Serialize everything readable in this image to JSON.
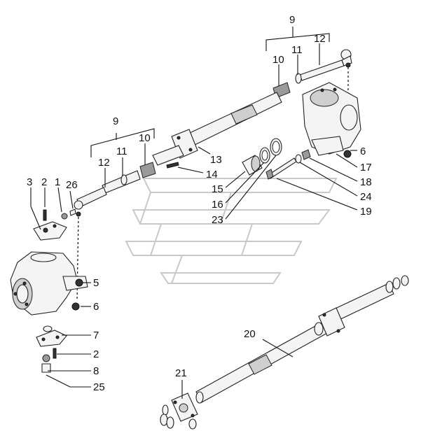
{
  "callouts": {
    "c9_top": "9",
    "c10_top": "10",
    "c11_top": "11",
    "c12_top": "12",
    "c6_right": "6",
    "c17": "17",
    "c18": "18",
    "c24": "24",
    "c19": "19",
    "c13": "13",
    "c14": "14",
    "c15": "15",
    "c16": "16",
    "c23": "23",
    "c9_left": "9",
    "c10_left": "10",
    "c11_left": "11",
    "c12_left": "12",
    "c3": "3",
    "c2_top": "2",
    "c1": "1",
    "c26": "26",
    "c5": "5",
    "c6_left": "6",
    "c7": "7",
    "c2_bottom": "2",
    "c8": "8",
    "c25": "25",
    "c20": "20",
    "c21": "21"
  },
  "colors": {
    "line": "#111111",
    "fill_light": "#f4f4f4",
    "fill_mid": "#cfcfcf",
    "watermark": "#c9c9c9"
  }
}
